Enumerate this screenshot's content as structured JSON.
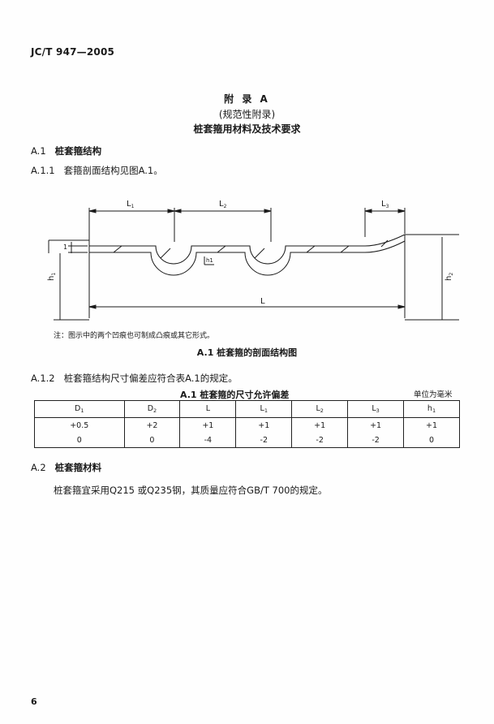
{
  "header": {
    "standard_no": "JC/T 947—2005"
  },
  "annex": {
    "title": "附 录 A",
    "type": "(规范性附录)",
    "subject": "桩套箍用材料及技术要求"
  },
  "sections": {
    "a1_num": "A.1",
    "a1_title": "桩套箍结构",
    "a11_num": "A.1.1",
    "a11_text": "套箍剖面结构见图A.1。",
    "a12_num": "A.1.2",
    "a12_text": "桩套箍结构尺寸偏差应符合表A.1的规定。",
    "a2_num": "A.2",
    "a2_title": "桩套箍材料",
    "a2_text": "桩套箍宜采用Q215 或Q235钢，其质量应符合GB/T 700的规定。"
  },
  "figure": {
    "labels": {
      "l1": "L",
      "l1_sub": "1",
      "l2": "L",
      "l2_sub": "2",
      "l3": "L",
      "l3_sub": "3",
      "l_total": "L",
      "h1": "h",
      "h1_sub": "1",
      "h2": "h",
      "h2_sub": "2",
      "d1": "1",
      "d2": "h1"
    },
    "note": "注：图示中的两个凹痕也可制成凸痕或其它形式。",
    "caption": "A.1  桩套箍的剖面结构图"
  },
  "table": {
    "caption": "A.1  桩套箍的尺寸允许偏差",
    "unit": "单位为毫米",
    "headers": [
      {
        "main": "D",
        "sub": "1"
      },
      {
        "main": "D",
        "sub": "2"
      },
      {
        "main": "L",
        "sub": ""
      },
      {
        "main": "L",
        "sub": "1"
      },
      {
        "main": "L",
        "sub": "2"
      },
      {
        "main": "L",
        "sub": "3"
      },
      {
        "main": "h",
        "sub": "1"
      }
    ],
    "upper": [
      "+0.5",
      "+2",
      "+1",
      "+1",
      "+1",
      "+1",
      "+1"
    ],
    "lower": [
      "0",
      "0",
      "-4",
      "-2",
      "-2",
      "-2",
      "0"
    ]
  },
  "footer": {
    "page": "6"
  }
}
